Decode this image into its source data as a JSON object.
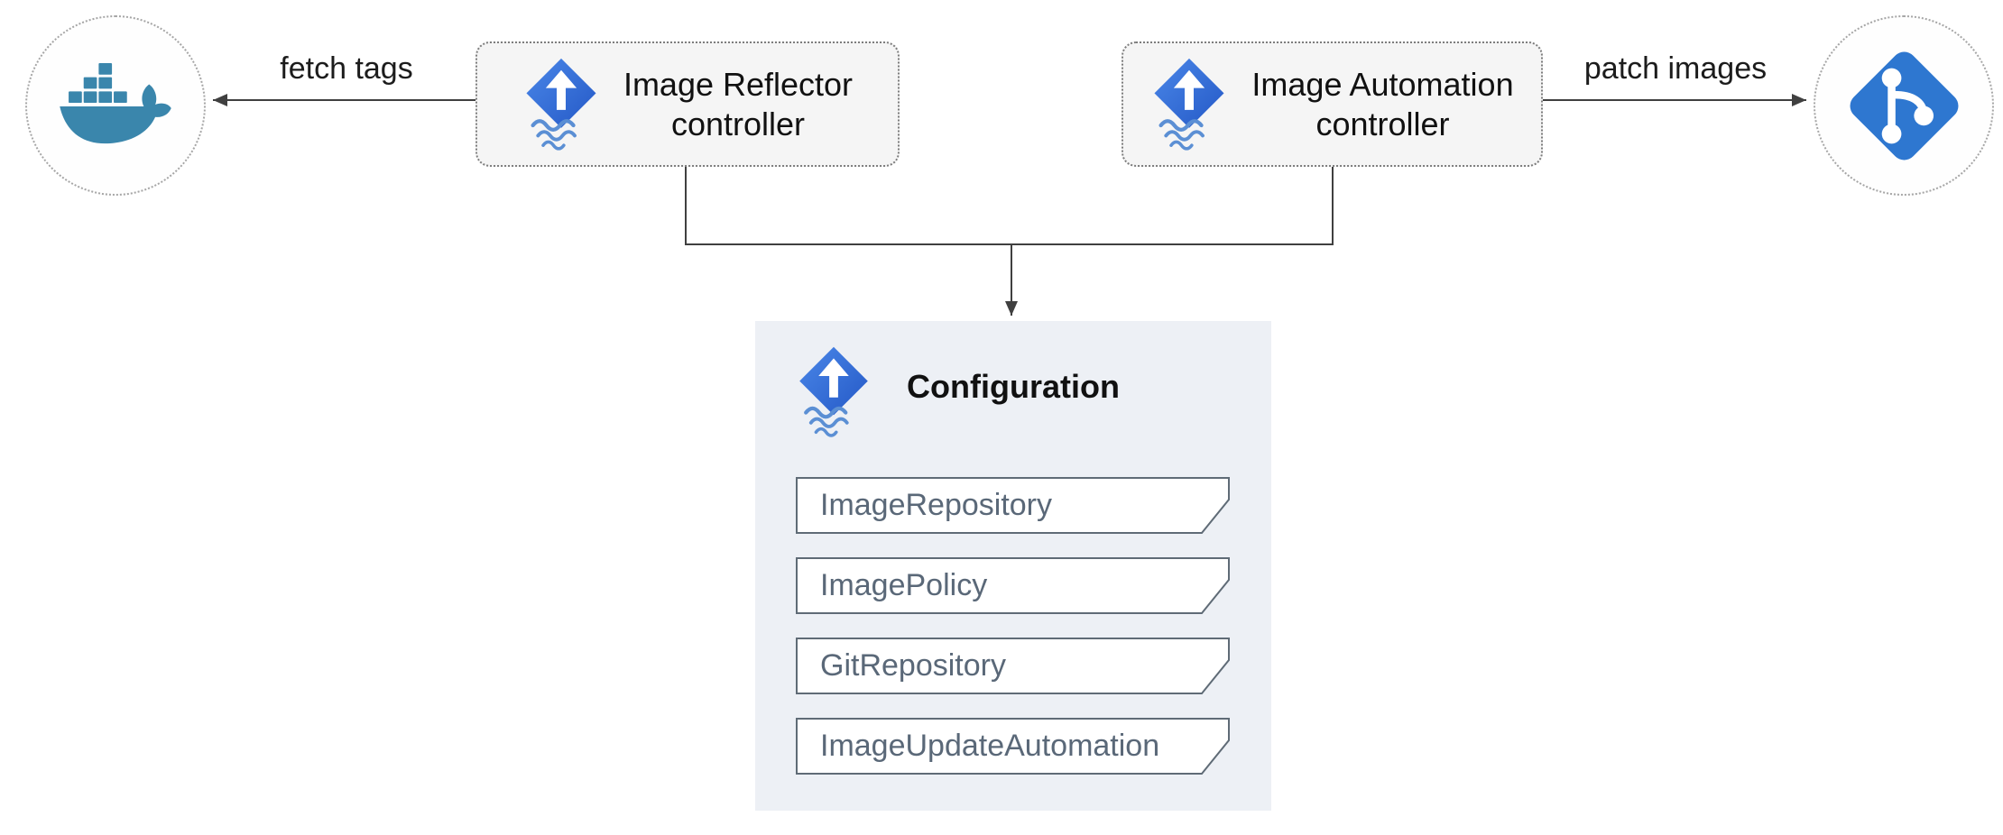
{
  "diagram": {
    "nodes": {
      "registry": {
        "icon": "docker-whale-icon"
      },
      "image_reflector": {
        "label": "Image Reflector\ncontroller",
        "icon": "flux-icon"
      },
      "image_automation": {
        "label": "Image Automation\ncontroller",
        "icon": "flux-icon"
      },
      "git": {
        "icon": "git-icon"
      }
    },
    "edges": {
      "fetch_tags": {
        "label": "fetch tags"
      },
      "patch_images": {
        "label": "patch images"
      }
    },
    "configuration": {
      "title": "Configuration",
      "icon": "flux-icon",
      "items": [
        "ImageRepository",
        "ImagePolicy",
        "GitRepository",
        "ImageUpdateAutomation"
      ]
    },
    "colors": {
      "flux_blue": "#2f6fd3",
      "flux_wave_blue": "#5b8fd4",
      "docker_blue": "#3a86ac",
      "git_blue": "#2e77d0",
      "panel_bg": "#edf0f5",
      "node_bg": "#f5f5f5",
      "connector": "#404040",
      "banner_border": "#5f6b76",
      "banner_text": "#5a6878"
    }
  }
}
